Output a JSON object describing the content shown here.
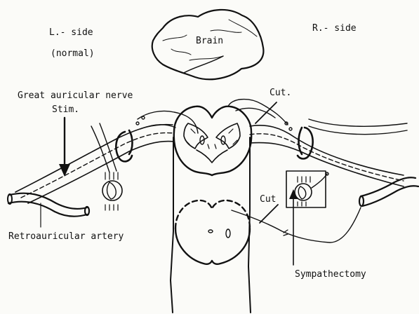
{
  "labels": {
    "left_side": "L.- side",
    "normal": "(normal)",
    "brain": "Brain",
    "right_side": "R.- side",
    "great_auricular_nerve": "Great auricular nerve",
    "stim": "Stim.",
    "cut_top": "Cut.",
    "cut_bottom": "Cut",
    "retroauricular_artery": "Retroauricular artery",
    "sympathectomy": "Sympathectomy"
  },
  "colors": {
    "ink": "#111111",
    "paper": "#fbfbf8"
  }
}
